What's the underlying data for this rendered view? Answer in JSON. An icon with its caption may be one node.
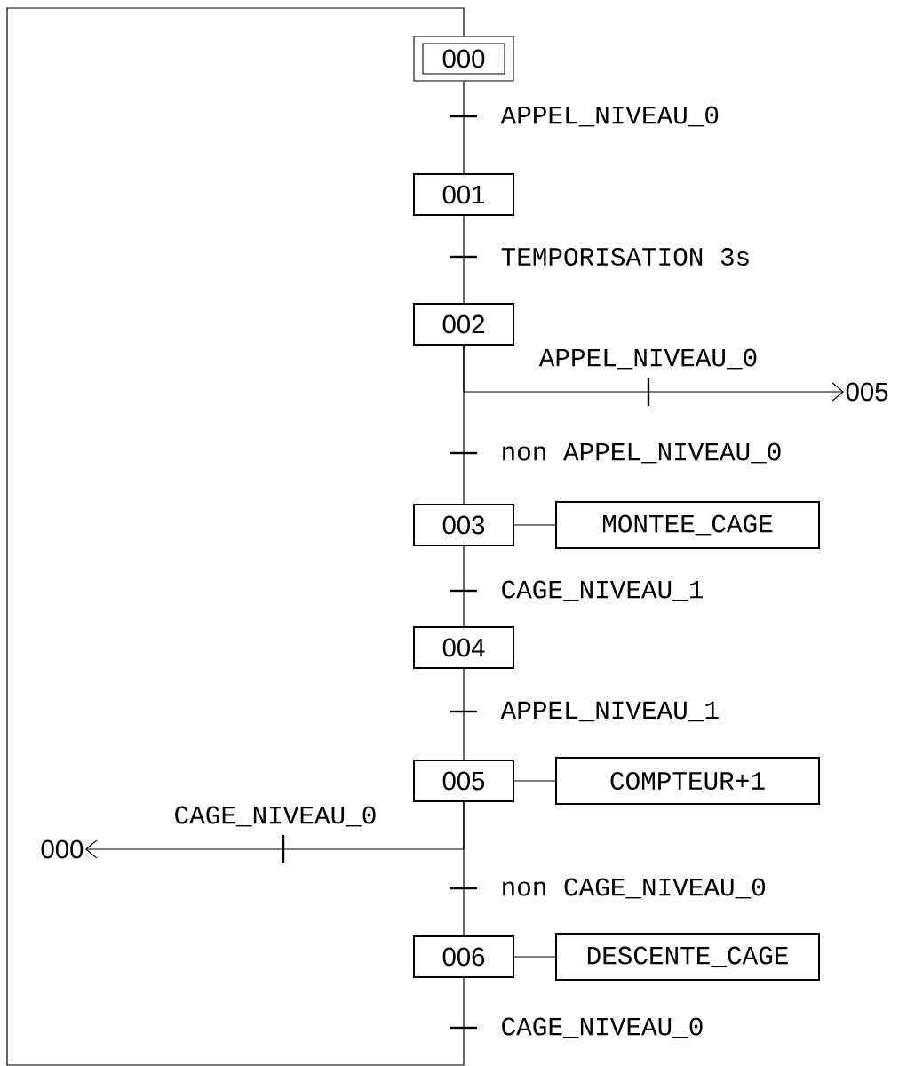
{
  "diagram": {
    "nodes": [
      {
        "text": [
          "000"
        ]
      },
      {
        "text": [
          "001"
        ]
      },
      {
        "text": [
          "002"
        ]
      },
      {
        "text": [
          "003"
        ]
      },
      {
        "text": [
          "MONTEE_CAGE"
        ]
      },
      {
        "text": [
          "004"
        ]
      },
      {
        "text": [
          "005"
        ]
      },
      {
        "text": [
          "COMPTEUR+1"
        ]
      },
      {
        "text": [
          "006"
        ]
      },
      {
        "text": [
          "DESCENTE_CAGE"
        ]
      },
      {
        "text": [
          "005"
        ]
      },
      {
        "text": [
          "000"
        ]
      }
    ],
    "edges": [
      {
        "from": 0,
        "to": 1,
        "arrow": "none",
        "label": "APPEL_NIVEAU_0"
      },
      {
        "from": 1,
        "to": 2,
        "arrow": "none",
        "label": "TEMPORISATION 3s"
      },
      {
        "from": 2,
        "to": 10,
        "arrow": "to",
        "label": "APPEL_NIVEAU_0"
      },
      {
        "from": 2,
        "to": 3,
        "arrow": "none",
        "label": "non APPEL_NIVEAU_0"
      },
      {
        "from": 3,
        "to": 4,
        "arrow": "none"
      },
      {
        "from": 3,
        "to": 5,
        "arrow": "none",
        "label": "CAGE_NIVEAU_1"
      },
      {
        "from": 5,
        "to": 6,
        "arrow": "none",
        "label": "APPEL_NIVEAU_1"
      },
      {
        "from": 6,
        "to": 7,
        "arrow": "none"
      },
      {
        "from": 6,
        "to": 11,
        "arrow": "to",
        "label": "CAGE_NIVEAU_0"
      },
      {
        "from": 6,
        "to": 8,
        "arrow": "none",
        "label": "non CAGE_NIVEAU_0"
      },
      {
        "from": 8,
        "to": 9,
        "arrow": "none"
      },
      {
        "from": 8,
        "to": 0,
        "arrow": "none",
        "label": "CAGE_NIVEAU_0"
      }
    ]
  }
}
